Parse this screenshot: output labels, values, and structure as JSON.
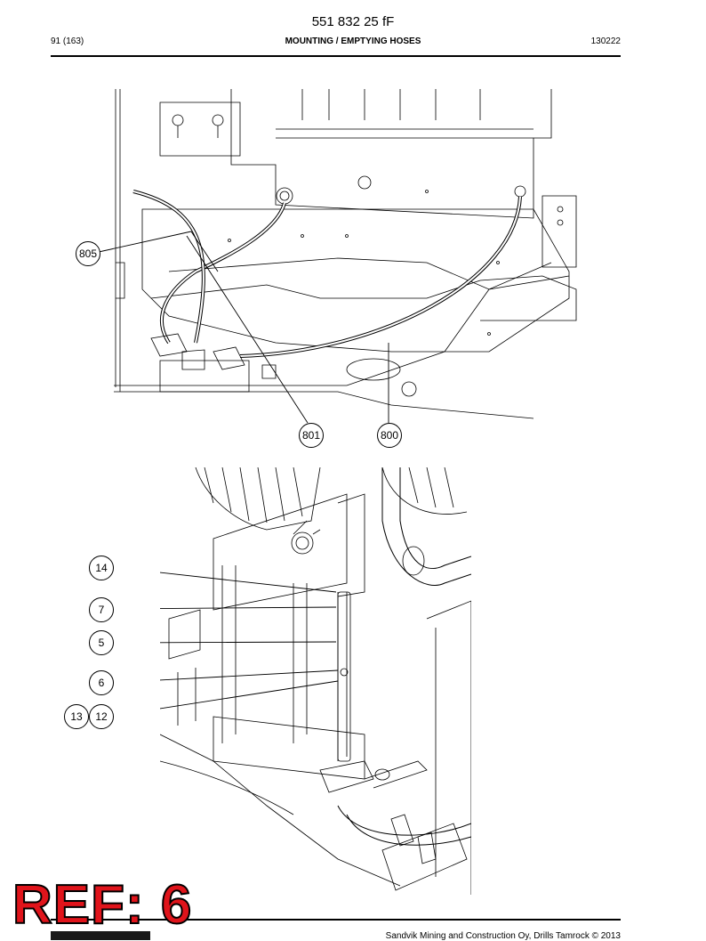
{
  "header": {
    "doc_number": "551 832 25 fF",
    "page": "91 (163)",
    "title": "MOUNTING / EMPTYING HOSES",
    "date": "130222"
  },
  "figure_top": {
    "callouts": [
      "805",
      "801",
      "800"
    ]
  },
  "figure_bottom": {
    "callouts": [
      "14",
      "7",
      "5",
      "6",
      "13",
      "12"
    ]
  },
  "stamp": "REF: 6",
  "footer": {
    "copyright": "Sandvik Mining and Construction Oy, Drills Tamrock © 2013"
  }
}
